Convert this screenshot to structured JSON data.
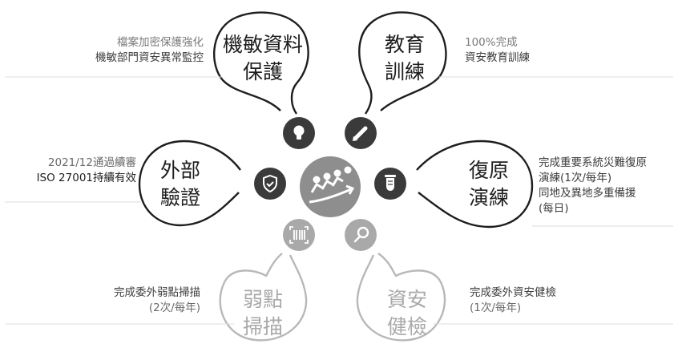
{
  "items": [
    {
      "id": "data-protection",
      "title_lines": [
        "機敏資料",
        "保護"
      ],
      "icon": "lightbulb-icon",
      "desc_lines": [
        "檔案加密保護強化",
        "機敏部門資安異常監控"
      ],
      "tone": "dark"
    },
    {
      "id": "training",
      "title_lines": [
        "教育",
        "訓練"
      ],
      "icon": "pencil-icon",
      "desc_lines": [
        "100%完成",
        "資安教育訓練"
      ],
      "tone": "dark"
    },
    {
      "id": "external-verification",
      "title_lines": [
        "外部",
        "驗證"
      ],
      "icon": "shield-check-icon",
      "desc_lines": [
        "2021/12通過續審",
        "ISO 27001持續有效"
      ],
      "tone": "dark"
    },
    {
      "id": "recovery-drill",
      "title_lines": [
        "復原",
        "演練"
      ],
      "icon": "tube-icon",
      "desc_lines": [
        "完成重要系統災難復原",
        "演練(1次/每年)",
        "同地及異地多重備援",
        "(每日)"
      ],
      "tone": "dark"
    },
    {
      "id": "vuln-scan",
      "title_lines": [
        "弱點",
        "掃描"
      ],
      "icon": "barcode-scan-icon",
      "desc_lines": [
        "完成委外弱點掃描",
        "(2次/每年)"
      ],
      "tone": "light"
    },
    {
      "id": "security-check",
      "title_lines": [
        "資安",
        "健檢"
      ],
      "icon": "magnifier-icon",
      "desc_lines": [
        "完成委外資安健檢",
        "(1次/每年)"
      ],
      "tone": "light"
    }
  ],
  "center_icon": "team-growth-icon",
  "colors": {
    "dark": "#3a3a3a",
    "light": "#a9a9a9",
    "center": "#8e8e8e",
    "outline": "#1e1e1e",
    "outline_light": "#b8b8b8",
    "text_dark": "#1e1e1e",
    "text_light": "#a9a9a9"
  }
}
